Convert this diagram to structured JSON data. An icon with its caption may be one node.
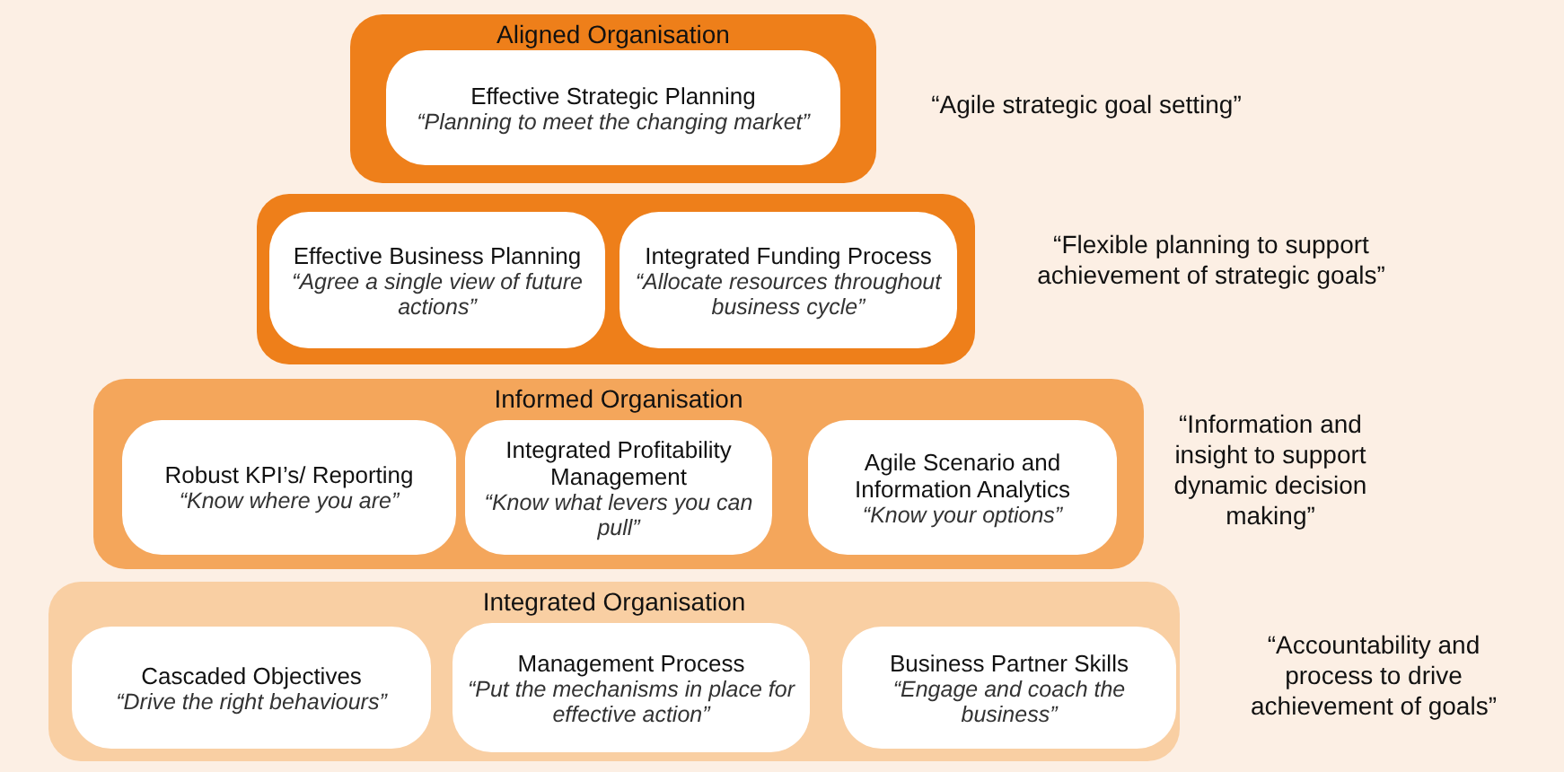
{
  "diagram": {
    "nodes": [
      {
        "text": [
          "Aligned Organisation"
        ],
        "beside": [
          "“Agile strategic goal setting”"
        ]
      },
      {
        "text": [
          "Effective Strategic Planning",
          "“Planning to meet the changing market”"
        ],
        "in": 0
      },
      {
        "text": [],
        "shape": "box",
        "beside": [
          "“Flexible planning to support achievement of strategic goals”"
        ]
      },
      {
        "text": [
          "Effective Business Planning",
          "“Agree a single view of future actions”"
        ],
        "in": 2
      },
      {
        "text": [
          "Integrated Funding Process",
          "“Allocate resources throughout business cycle”"
        ],
        "in": 2
      },
      {
        "text": [
          "Informed Organisation"
        ],
        "beside": [
          "“Information and insight to support dynamic decision making”"
        ]
      },
      {
        "text": [
          "Robust KPI’s/ Reporting",
          "“Know where you are”"
        ],
        "in": 5
      },
      {
        "text": [
          "Integrated Profitability Management",
          "“Know what levers you can pull”"
        ],
        "in": 5
      },
      {
        "text": [
          "Agile Scenario and Information Analytics",
          "“Know your options”"
        ],
        "in": 5
      },
      {
        "text": [
          "Integrated Organisation"
        ],
        "beside": [
          "“Accountability and process to drive achievement of goals”"
        ]
      },
      {
        "text": [
          "Cascaded Objectives",
          "“Drive the right behaviours”"
        ],
        "in": 9
      },
      {
        "text": [
          "Management Process",
          "“Put the mechanisms in place for effective action”"
        ],
        "in": 9
      },
      {
        "text": [
          "Business Partner Skills",
          "“Engage and coach the business”"
        ],
        "in": 9
      }
    ]
  }
}
